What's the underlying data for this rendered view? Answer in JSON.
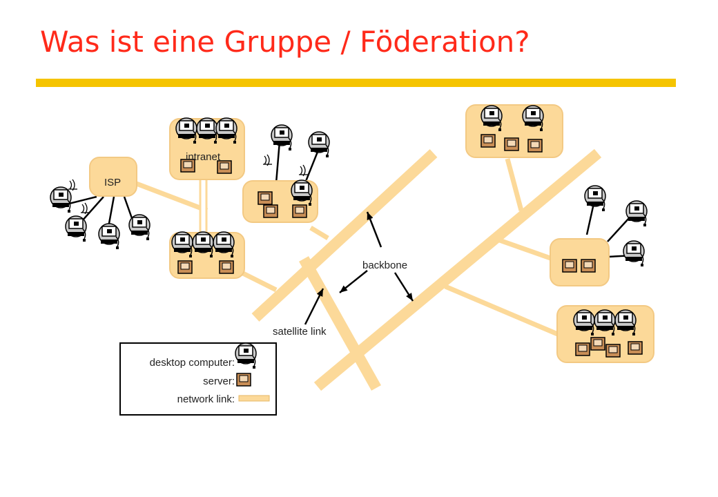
{
  "title": "Was ist eine Gruppe / Föderation?",
  "labels": {
    "isp": "ISP",
    "intranet": "intranet",
    "backbone": "backbone",
    "satellite_link": "satellite link"
  },
  "legend": {
    "desktop_computer": "desktop computer:",
    "server": "server:",
    "network_link": "network link:"
  },
  "icons": {
    "desktop": "desktop-computer-icon",
    "server": "server-icon",
    "wireless": "wireless-signal-icon"
  },
  "colors": {
    "title": "#ff2a1a",
    "accent_bar": "#f5c400",
    "link": "#fcd999",
    "cloud": "#fcd999",
    "server_fill": "#c98e56",
    "computer_body": "#c9c9c9",
    "outline": "#000000"
  }
}
